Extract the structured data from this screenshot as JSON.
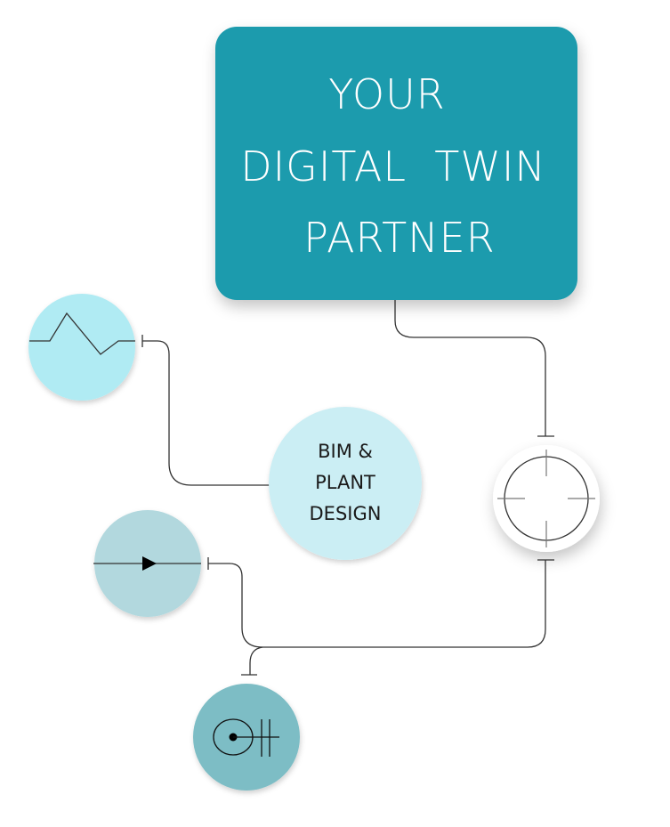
{
  "title": {
    "lines": [
      "YOUR",
      "DIGITAL  TWIN",
      "PARTNER"
    ]
  },
  "center_node": {
    "lines": [
      "BIM &",
      "PLANT",
      "DESIGN"
    ]
  },
  "colors": {
    "title_box": "#1f9bad",
    "node_light": "#b0ebf3",
    "node_center": "#cbeef4",
    "node_mid": "#b2d8de",
    "node_dark": "#7dbdc5",
    "node_white": "#ffffff",
    "line": "#333333"
  },
  "icons": [
    "zigzag-symbol",
    "crosshair-symbol",
    "flow-arrow-symbol",
    "instrument-symbol"
  ]
}
